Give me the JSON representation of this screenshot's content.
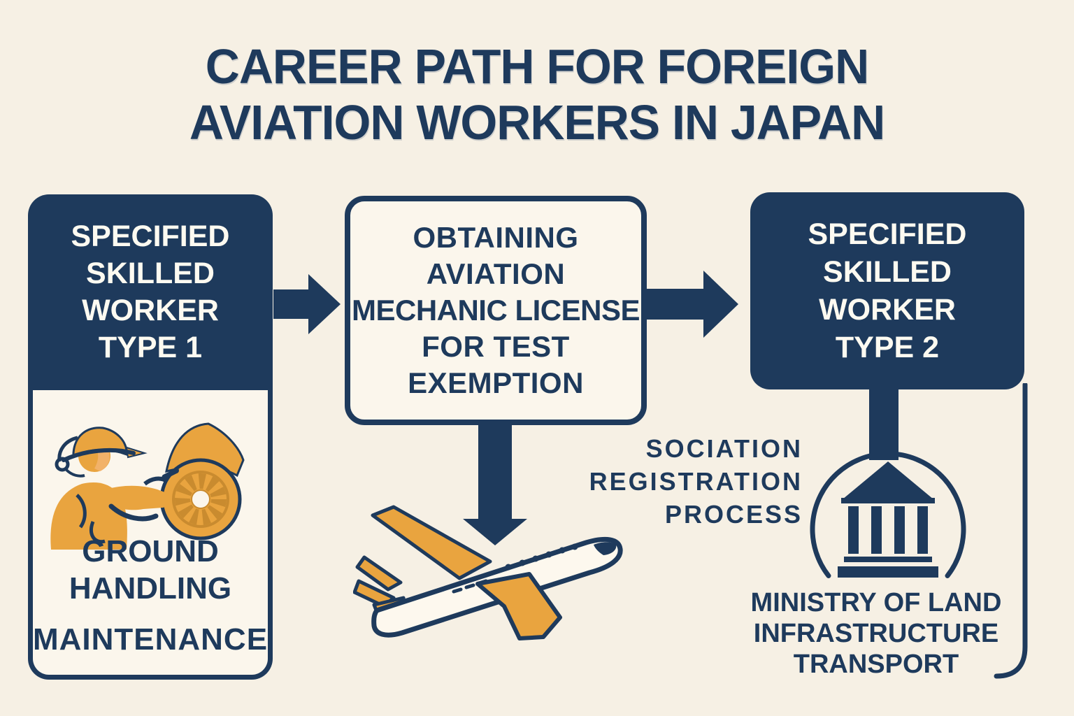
{
  "title_lines": [
    "CAREER PATH FOR FOREIGN",
    "AVIATION WORKERS IN JAPAN"
  ],
  "colors": {
    "navy": "#1e3a5c",
    "orange": "#e9a43f",
    "background_cream": "#f6f0e4",
    "panel_cream": "#fbf6ec",
    "text_on_navy": "#fdfaf1"
  },
  "steps": {
    "type1": {
      "heading_lines": [
        "SPECIFIED",
        "SKILLED",
        "WORKER",
        "TYPE 1"
      ],
      "category_line1": "GROUND",
      "category_line2": "HANDLING",
      "category_line3": "MAINTENANCE"
    },
    "license": {
      "heading_lines": [
        "OBTAINING",
        "AVIATION",
        "MECHANIC LICENSE",
        "FOR TEST",
        "EXEMPTION"
      ]
    },
    "type2": {
      "heading_lines": [
        "SPECIFIED",
        "SKILLED",
        "WORKER",
        "TYPE 2"
      ],
      "registration_lines": [
        "SOCIATION",
        "REGISTRATION",
        "PROCESS"
      ],
      "ministry_lines": [
        "MINISTRY OF LAND",
        "INFRASTRUCTURE",
        "TRANSPORT"
      ]
    }
  },
  "icons": {
    "arrow_right_1": "arrow-right-icon",
    "arrow_right_2": "arrow-right-icon",
    "arrow_down": "arrow-down-icon",
    "worker": "ground-worker-with-jet-engine-illustration",
    "airplane": "airplane-illustration",
    "building": "government-building-in-circle-icon",
    "connector": "curved-connector-line"
  }
}
